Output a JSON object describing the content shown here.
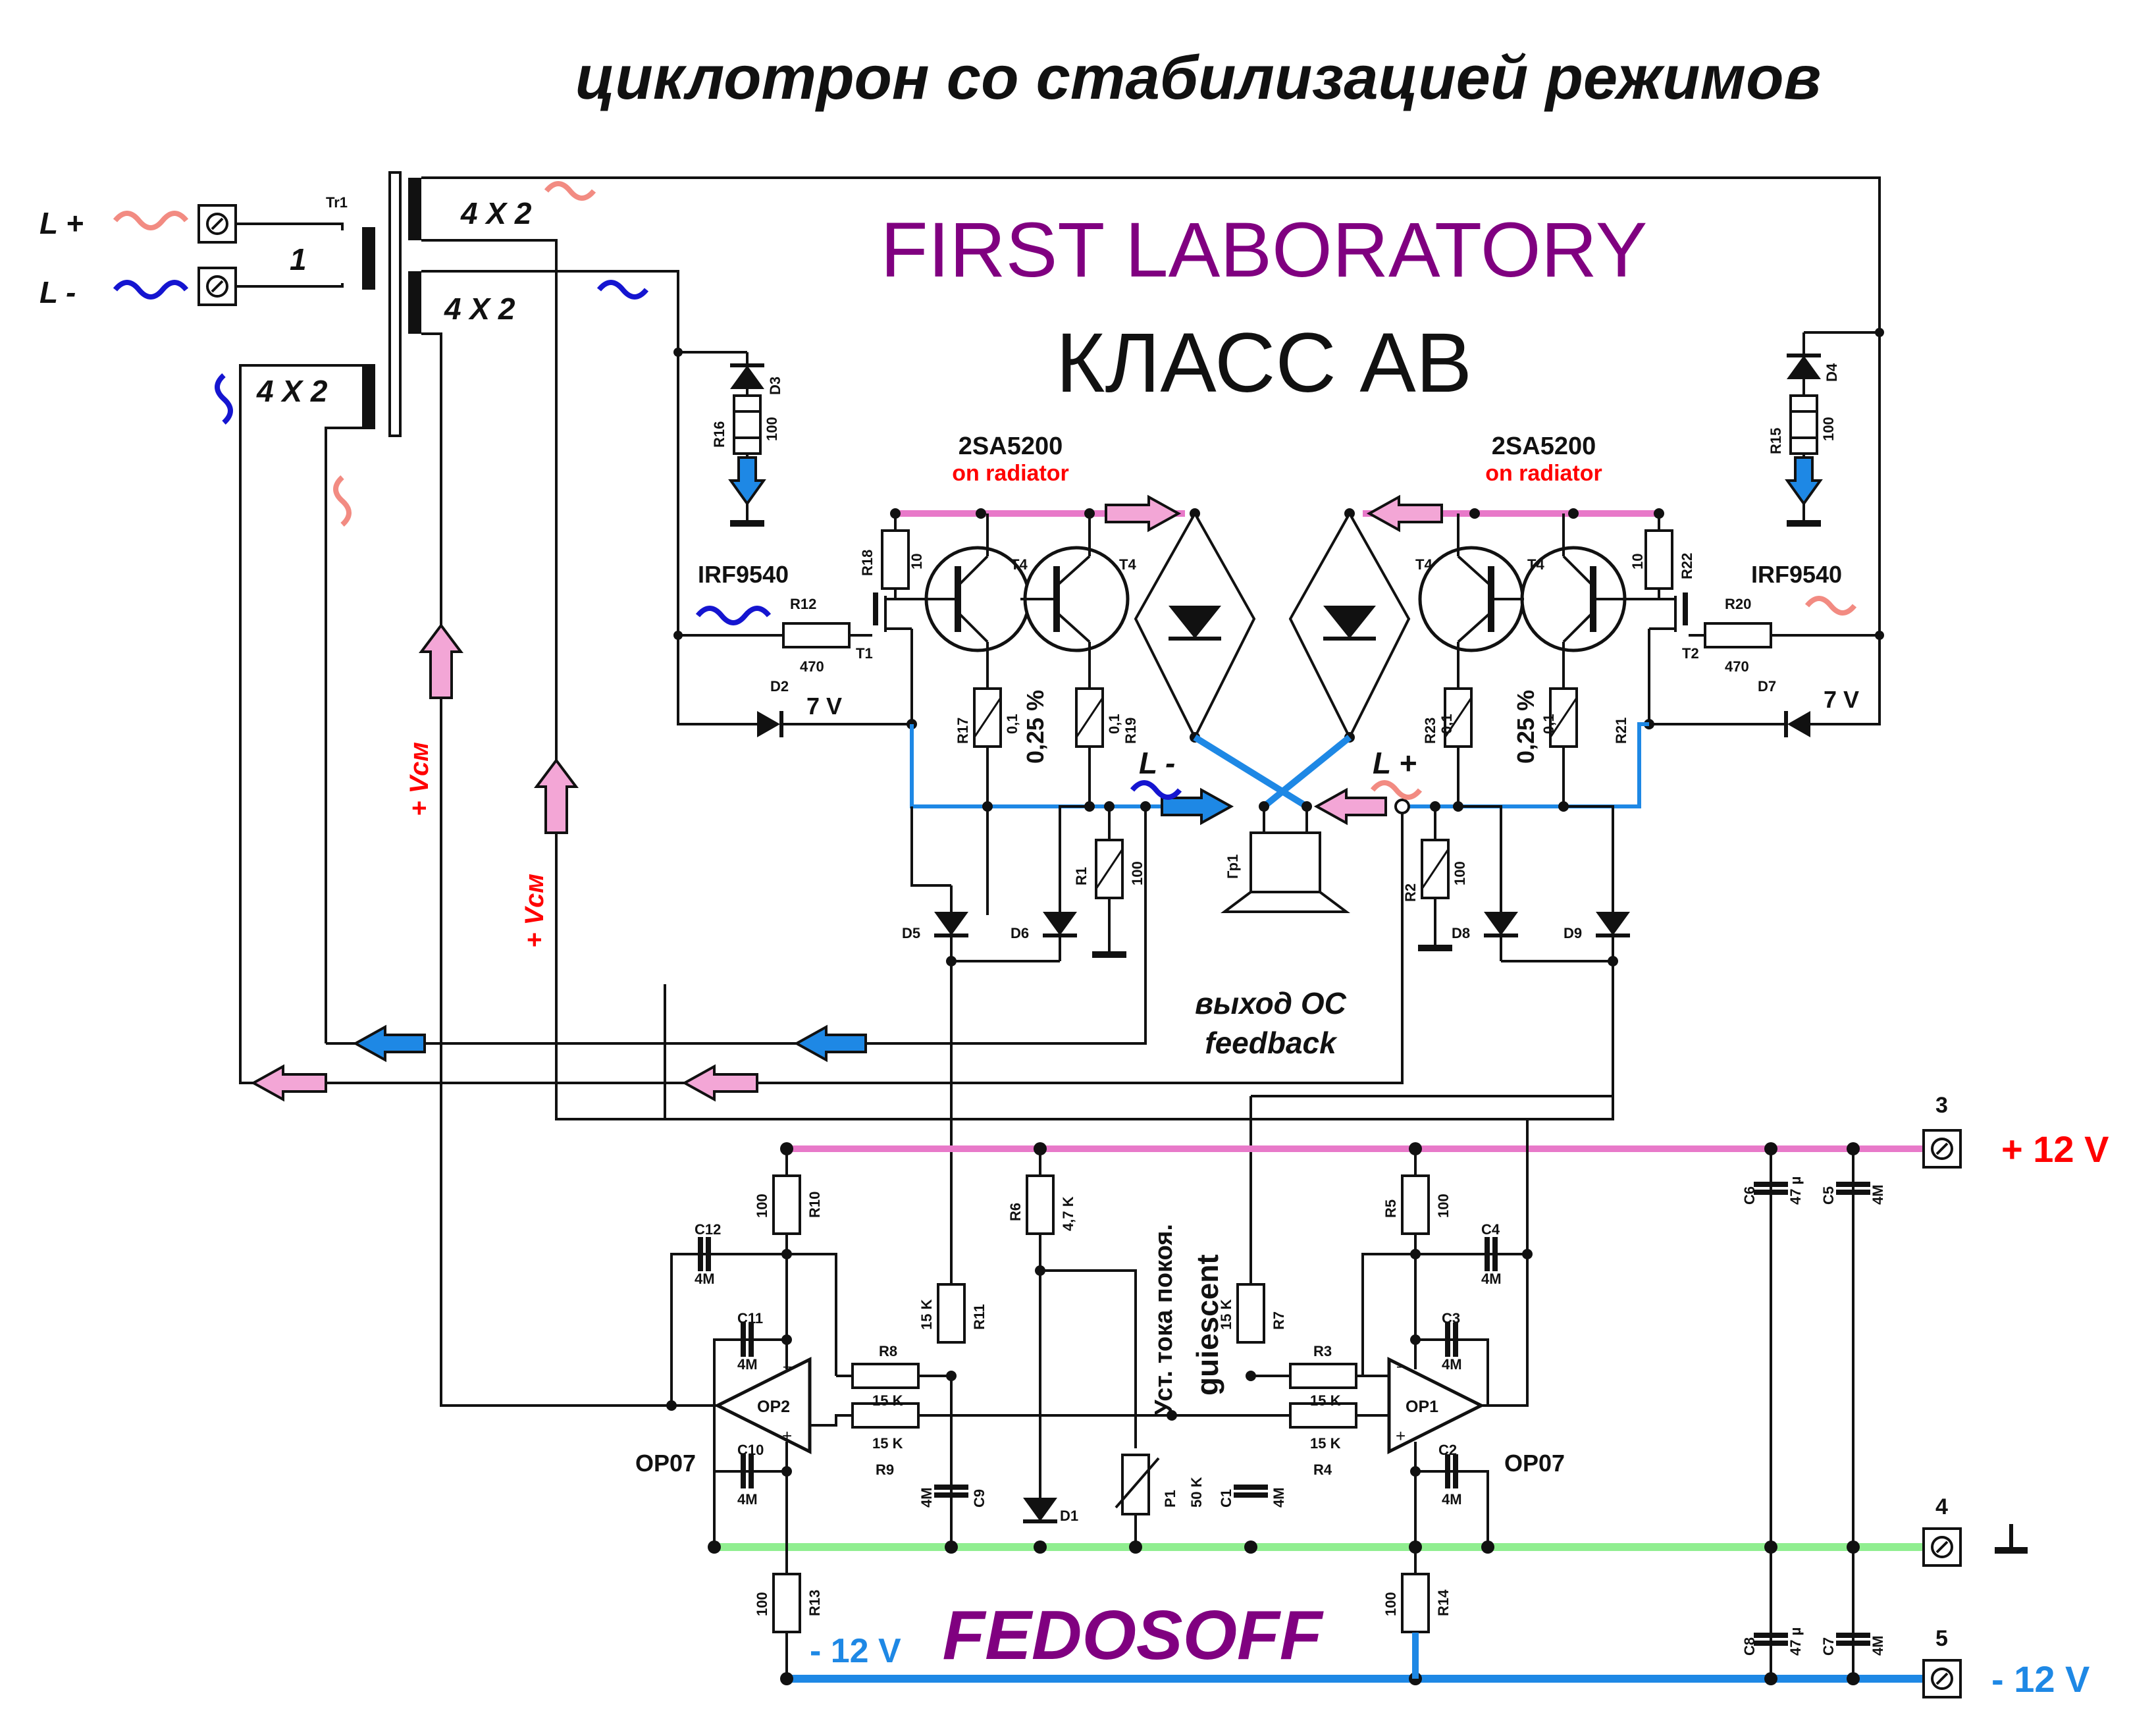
{
  "title": "циклотрон со стабилизацией режимов",
  "brand": "FIRST LABORATORY",
  "class_label": "КЛАСС АВ",
  "author": "FEDOSOFF",
  "inputs": {
    "l_plus": "L +",
    "l_minus": "L -"
  },
  "transformer": {
    "ref": "Tr1",
    "primary": "1",
    "secondary": "4 X 2"
  },
  "output_transistors": {
    "part": "2SA5200",
    "note": "on radiator",
    "ref": "T4"
  },
  "mosfets": {
    "part": "IRF9540",
    "left_ref": "T1",
    "right_ref": "T2"
  },
  "zener": {
    "voltage": "7 V",
    "left_ref": "D2",
    "right_ref": "D7"
  },
  "emitter_resistor_note": "0,25 %",
  "speaker": {
    "ref": "Гр1",
    "minus": "L -",
    "plus": "L +"
  },
  "vcm_label": "+ Vсм",
  "feedback": {
    "line1": "выход ОС",
    "line2": "feedback"
  },
  "quiescent": {
    "line1": "Уст. тока покоя.",
    "line2": "guiescent"
  },
  "opamp": {
    "part": "OP07",
    "left_ref": "OP2",
    "right_ref": "OP1"
  },
  "terminals": [
    {
      "num": "3",
      "label": "+ 12 V"
    },
    {
      "num": "4",
      "label": ""
    },
    {
      "num": "5",
      "label": "- 12 V"
    }
  ],
  "neg_rail_label": "- 12 V",
  "components": {
    "R16": "R16",
    "R16_val": "100",
    "D3": "D3",
    "R15": "R15",
    "R15_val": "100",
    "D4": "D4",
    "R18": "R18",
    "R18_val": "10",
    "R22": "R22",
    "R22_val": "10",
    "R12": "R12",
    "R12_val": "470",
    "R20": "R20",
    "R20_val": "470",
    "R17": "R17",
    "R17_val": "0,1",
    "R19": "R19",
    "R19_val": "0,1",
    "R23": "R23",
    "R23_val": "0,1",
    "R21": "R21",
    "R21_val": "0,1",
    "R1": "R1",
    "R1_val": "100",
    "R2": "R2",
    "R2_val": "100",
    "D5": "D5",
    "D6": "D6",
    "D8": "D8",
    "D9": "D9",
    "D1": "D1",
    "R10": "R10",
    "R10_val": "100",
    "R5": "R5",
    "R5_val": "100",
    "R13": "R13",
    "R13_val": "100",
    "R14": "R14",
    "R14_val": "100",
    "R6": "R6",
    "R6_val": "4,7 K",
    "R11": "R11",
    "R11_val": "15 K",
    "R7": "R7",
    "R7_val": "15 K",
    "R8": "R8",
    "R8_val": "15 K",
    "R9": "R9",
    "R9_val": "15 K",
    "R3": "R3",
    "R3_val": "15 K",
    "R4": "R4",
    "R4_val": "15 K",
    "P1": "P1",
    "P1_val": "50 K",
    "C12": "C12",
    "C12_val": "4M",
    "C11": "C11",
    "C11_val": "4M",
    "C10": "C10",
    "C10_val": "4M",
    "C9": "C9",
    "C9_val": "4M",
    "C4": "C4",
    "C4_val": "4M",
    "C3": "C3",
    "C3_val": "4M",
    "C2": "C2",
    "C2_val": "4M",
    "C1": "C1",
    "C1_val": "4M",
    "C6": "C6",
    "C6_val": "47 µ",
    "C5": "C5",
    "C5_val": "4M",
    "C8": "C8",
    "C8_val": "47 µ",
    "C7": "C7",
    "C7_val": "4M"
  },
  "colors": {
    "pink": "#f3a6d6",
    "pink_wire": "#e879c9",
    "blue": "#1e88e5",
    "green": "#90ee90",
    "red": "#ff0000",
    "purple": "#800080",
    "wave_pink": "#f28b82",
    "wave_blue": "#1a1aff",
    "dark_blue": "#1515d0"
  }
}
